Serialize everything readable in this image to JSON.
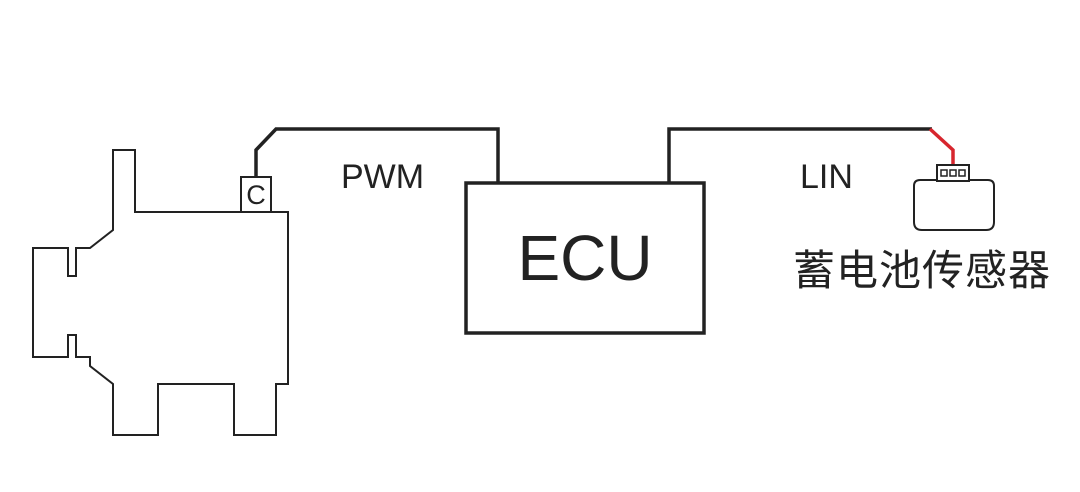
{
  "labels": {
    "pwm": "PWM",
    "lin": "LIN",
    "ecu": "ECU",
    "connector": "C",
    "sensor": "蓄电池传感器"
  },
  "colors": {
    "line": "#222222",
    "wire": "#222222",
    "sensor_lead": "#d7262e",
    "background": "#ffffff"
  }
}
